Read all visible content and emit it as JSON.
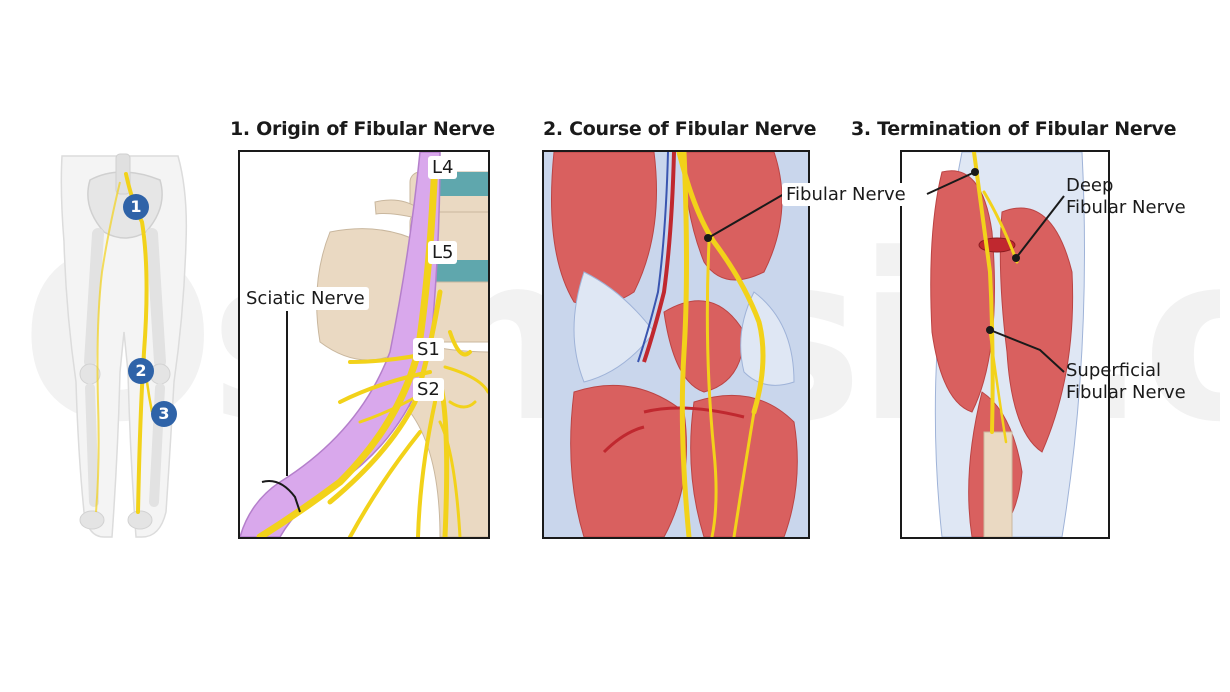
{
  "watermark": "Osmosis.org",
  "overview": {
    "markers": [
      "1",
      "2",
      "3"
    ]
  },
  "panels": [
    {
      "title": "1. Origin of Fibular Nerve",
      "labels": {
        "l4": "L4",
        "l5": "L5",
        "s1": "S1",
        "s2": "S2",
        "sciatic": "Sciatic Nerve"
      }
    },
    {
      "title": "2. Course of Fibular Nerve",
      "labels": {
        "fibular": "Fibular Nerve"
      }
    },
    {
      "title": "3. Termination of Fibular Nerve",
      "labels": {
        "deep_line1": "Deep",
        "deep_line2": "Fibular Nerve",
        "superficial_line1": "Superficial",
        "superficial_line2": "Fibular Nerve"
      }
    }
  ],
  "colors": {
    "nerve": "#f2d21a",
    "sciatic_sheath": "#d9a8ec",
    "muscle": "#d9605f",
    "fascia": "#c9d6ec",
    "bone": "#ead9c2",
    "disc": "#5fa7ad",
    "badge": "#2f63a8"
  }
}
